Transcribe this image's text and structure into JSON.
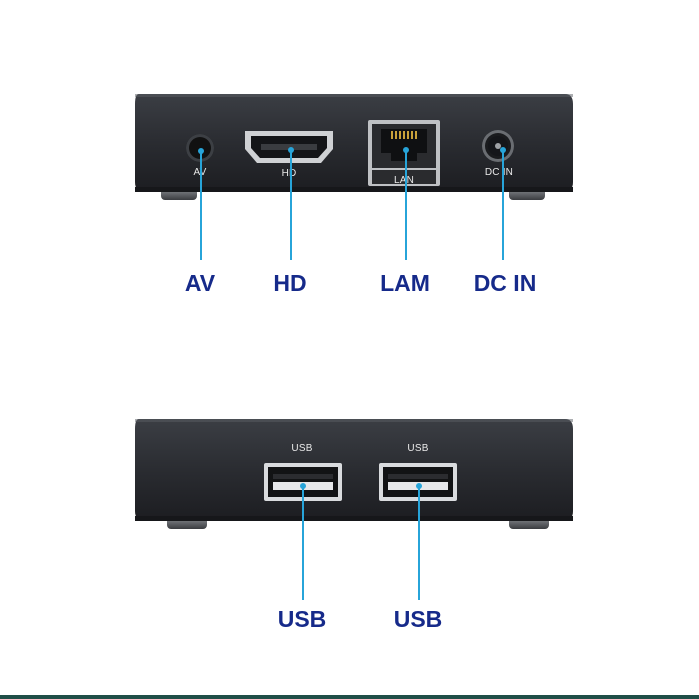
{
  "top_device": {
    "port_captions": {
      "av": "AV",
      "hd": "HD",
      "lan": "LAN",
      "dc": "DC IN"
    },
    "callouts": [
      "AV",
      "HD",
      "LAM",
      "DC IN"
    ]
  },
  "bottom_device": {
    "port_captions": [
      "USB",
      "USB"
    ],
    "callouts": [
      "USB",
      "USB"
    ]
  },
  "colors": {
    "device_body": "#2b2d31",
    "callout_text": "#162a8a",
    "leader_line": "#27a4d9"
  }
}
